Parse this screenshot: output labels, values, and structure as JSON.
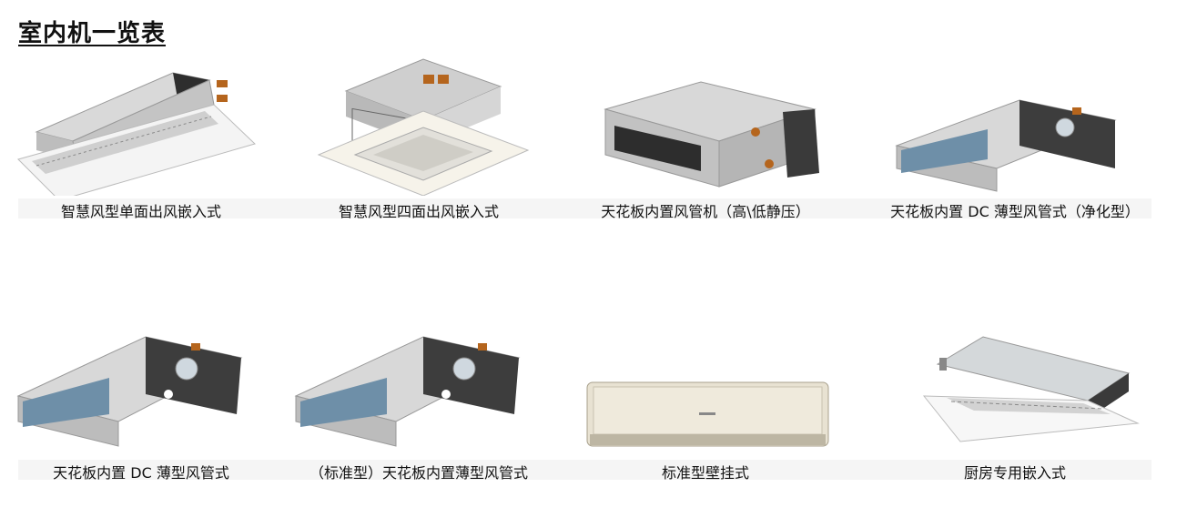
{
  "title": "室内机一览表",
  "products": [
    {
      "icon": "one-way-cassette-icon",
      "label": "智慧风型单面出风嵌入式"
    },
    {
      "icon": "four-way-cassette-icon",
      "label": "智慧风型四面出风嵌入式"
    },
    {
      "icon": "ducted-unit-icon",
      "label": "天花板内置风管机（高\\低静压）"
    },
    {
      "icon": "slim-duct-unit-icon",
      "label": "天花板内置 DC 薄型风管式（净化型）"
    },
    {
      "icon": "slim-duct-unit-icon",
      "label": "天花板内置 DC 薄型风管式"
    },
    {
      "icon": "slim-duct-unit-icon",
      "label": "（标准型）天花板内置薄型风管式"
    },
    {
      "icon": "wall-mounted-unit-icon",
      "label": "标准型壁挂式"
    },
    {
      "icon": "kitchen-cassette-icon",
      "label": "厨房专用嵌入式"
    }
  ]
}
